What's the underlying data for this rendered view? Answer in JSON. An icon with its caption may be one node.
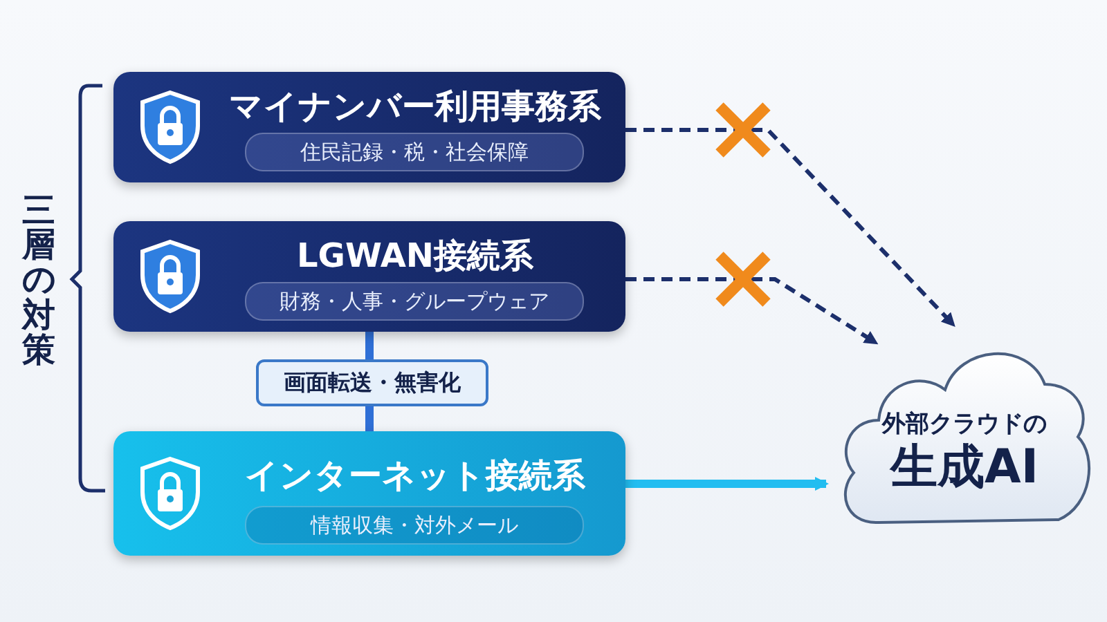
{
  "diagram": {
    "nodes": [
      {
        "text": [
          "マイナンバー利用事務系",
          "住民記録・税・社会保障"
        ]
      },
      {
        "text": [
          "LGWAN接続系",
          "財務・人事・グループウェア"
        ]
      },
      {
        "text": [
          "インターネット接続系",
          "情報収集・対外メール"
        ]
      },
      {
        "text": [
          "外部クラウドの",
          "生成AI"
        ]
      }
    ],
    "edges": [
      {
        "from": 0,
        "to": 3,
        "arrow": "to",
        "style": "dashed"
      },
      {
        "from": 1,
        "to": 3,
        "arrow": "to",
        "style": "dashed"
      },
      {
        "from": 1,
        "to": 2,
        "arrow": "none",
        "label": "画面転送・無害化",
        "style": "thick",
        "color": "#2f6fd6"
      },
      {
        "from": 2,
        "to": 3,
        "arrow": "to",
        "style": "thick",
        "color": "#22bdf0"
      }
    ],
    "labels": [
      "三層の対策"
    ]
  }
}
